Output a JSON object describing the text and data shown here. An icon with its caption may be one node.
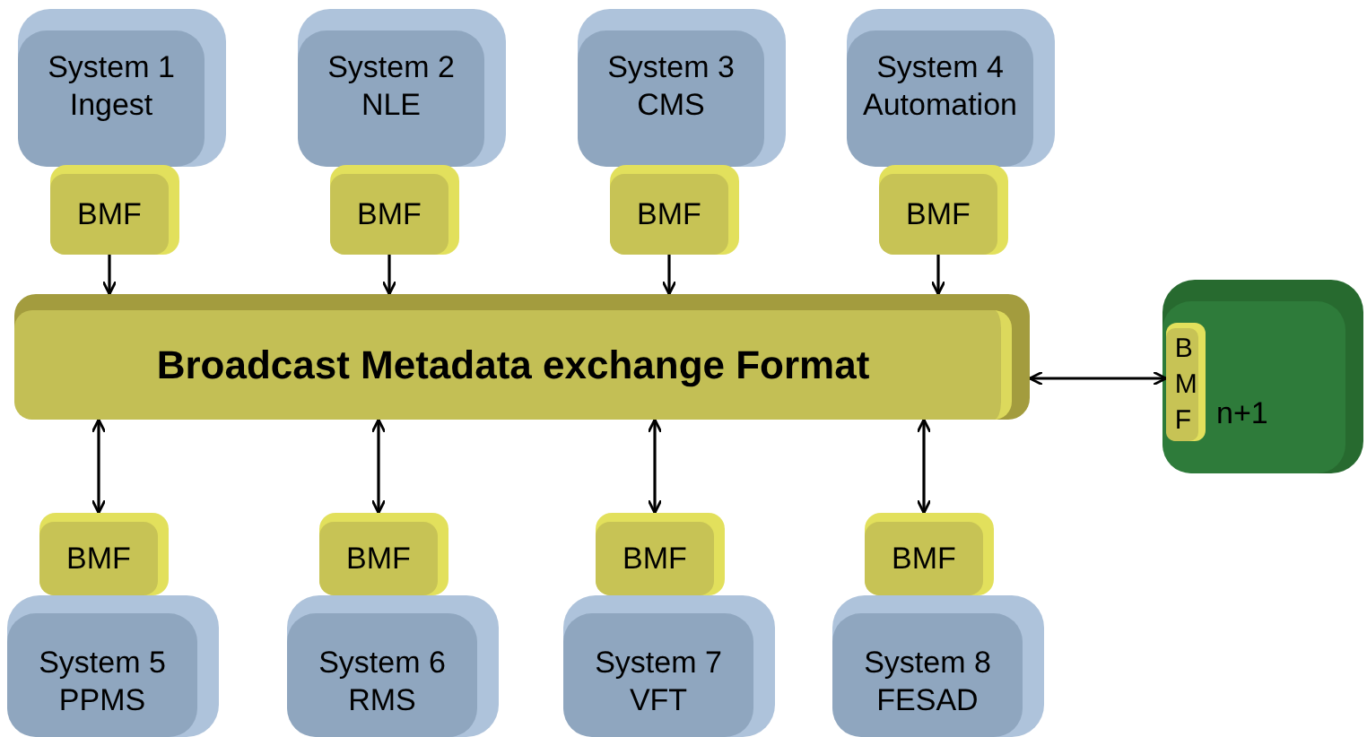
{
  "diagram": {
    "nodes": [
      {
        "text": [
          "System 1 Ingest"
        ]
      },
      {
        "text": [
          "BMF"
        ]
      },
      {
        "text": [
          "System 2 NLE"
        ]
      },
      {
        "text": [
          "BMF"
        ]
      },
      {
        "text": [
          "System 3 CMS"
        ]
      },
      {
        "text": [
          "BMF"
        ]
      },
      {
        "text": [
          "System 4 Automation"
        ]
      },
      {
        "text": [
          "BMF"
        ]
      },
      {
        "text": [
          "Broadcast Metadata exchange Format"
        ]
      },
      {
        "text": [
          "n+1"
        ]
      },
      {
        "text": [
          "B M F"
        ],
        "in": 9
      },
      {
        "text": [
          "BMF"
        ]
      },
      {
        "text": [
          "System 5 PPMS"
        ]
      },
      {
        "text": [
          "BMF"
        ]
      },
      {
        "text": [
          "System 6 RMS"
        ]
      },
      {
        "text": [
          "BMF"
        ]
      },
      {
        "text": [
          "System 7 VFT"
        ]
      },
      {
        "text": [
          "BMF"
        ]
      },
      {
        "text": [
          "System 8 FESAD"
        ]
      }
    ],
    "edges": [
      {
        "from": 1,
        "to": 8,
        "arrow": "to"
      },
      {
        "from": 3,
        "to": 8,
        "arrow": "to"
      },
      {
        "from": 5,
        "to": 8,
        "arrow": "to"
      },
      {
        "from": 7,
        "to": 8,
        "arrow": "to"
      },
      {
        "from": 8,
        "to": 10,
        "arrow": "both"
      },
      {
        "from": 8,
        "to": 11,
        "arrow": "both"
      },
      {
        "from": 8,
        "to": 13,
        "arrow": "both"
      },
      {
        "from": 8,
        "to": 15,
        "arrow": "both"
      },
      {
        "from": 8,
        "to": 17,
        "arrow": "both"
      }
    ]
  }
}
